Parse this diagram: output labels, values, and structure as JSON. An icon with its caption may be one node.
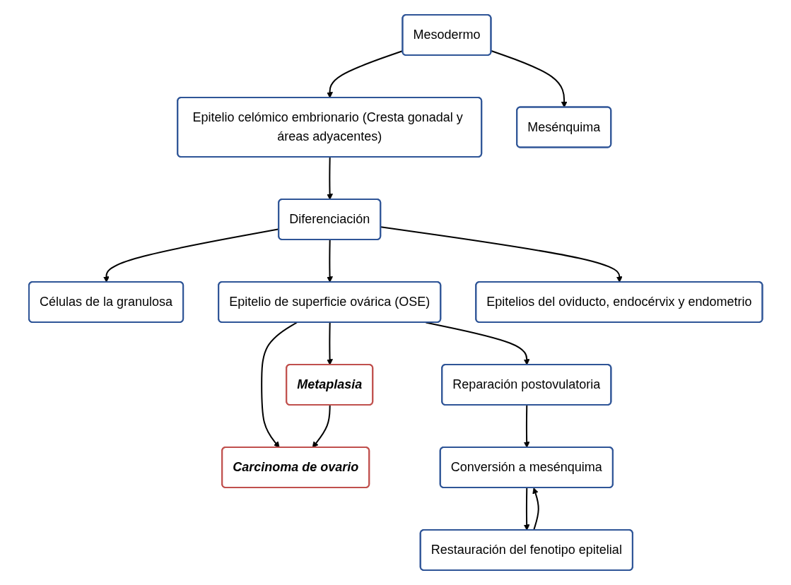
{
  "diagram": {
    "nodes": [
      {
        "text": [
          "Mesodermo"
        ]
      },
      {
        "text": [
          "Epitelio celómico embrionario (Cresta gonadal y áreas adyacentes)"
        ]
      },
      {
        "text": [
          "Mesénquima"
        ]
      },
      {
        "text": [
          "Diferenciación"
        ]
      },
      {
        "text": [
          "Células de la granulosa"
        ]
      },
      {
        "text": [
          "Epitelio de superficie ovárica (OSE)"
        ]
      },
      {
        "text": [
          "Epitelios del oviducto, endocérvix y endometrio"
        ]
      },
      {
        "text": [
          "Reparación postovulatoria"
        ]
      },
      {
        "text": [
          "Metaplasia"
        ]
      },
      {
        "text": [
          "Carcinoma de ovario"
        ]
      },
      {
        "text": [
          "Conversión a mesénquima"
        ]
      },
      {
        "text": [
          "Restauración del fenotipo epitelial"
        ]
      }
    ],
    "edges": [
      {
        "from": 0,
        "to": 1,
        "arrow": "to"
      },
      {
        "from": 0,
        "to": 2,
        "arrow": "to"
      },
      {
        "from": 1,
        "to": 3,
        "arrow": "to"
      },
      {
        "from": 3,
        "to": 4,
        "arrow": "to"
      },
      {
        "from": 3,
        "to": 5,
        "arrow": "to"
      },
      {
        "from": 3,
        "to": 6,
        "arrow": "to"
      },
      {
        "from": 5,
        "to": 7,
        "arrow": "to"
      },
      {
        "from": 5,
        "to": 8,
        "arrow": "to"
      },
      {
        "from": 5,
        "to": 9,
        "arrow": "to"
      },
      {
        "from": 8,
        "to": 9,
        "arrow": "to"
      },
      {
        "from": 7,
        "to": 10,
        "arrow": "to"
      },
      {
        "from": 11,
        "to": 10,
        "arrow": "to"
      },
      {
        "from": 10,
        "to": 11,
        "arrow": "to"
      }
    ]
  }
}
